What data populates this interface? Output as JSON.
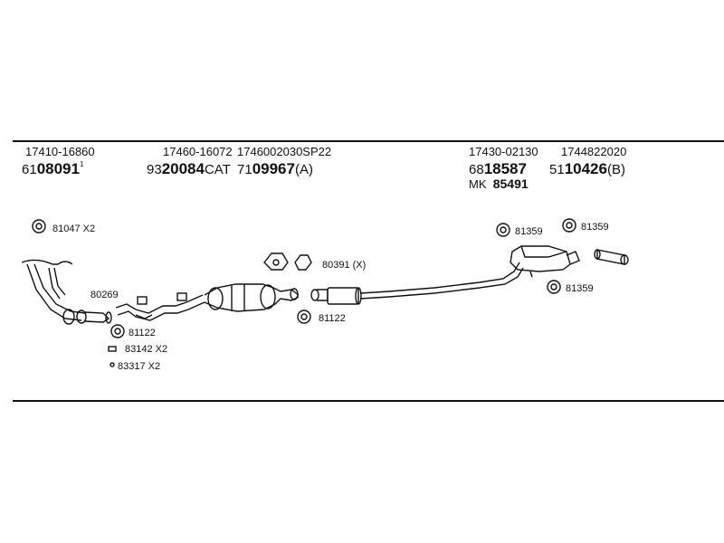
{
  "parts": [
    {
      "oe": "17410-16860",
      "prefix": "61",
      "main": "08091",
      "suffix": "1"
    },
    {
      "oe": "17460-16072",
      "prefix": "93",
      "main": "20084",
      "suffix": "CAT"
    },
    {
      "oe": "1746002030SP22",
      "prefix": "71",
      "main": "09967",
      "suffix": "(A)"
    },
    {
      "oe": "17430-02130",
      "prefix": "68",
      "main": "18587",
      "suffix": "",
      "extra_prefix": "MK",
      "extra": "85491"
    },
    {
      "oe": "1744822020",
      "prefix": "51",
      "main": "10426",
      "suffix": "(B)"
    }
  ],
  "callouts": {
    "c1": "81047 X2",
    "c2": "80269",
    "c3": "81122",
    "c4": "83142 X2",
    "c5": "83317 X2",
    "c6": "80391 (X)",
    "c7": "81122",
    "c8": "81359",
    "c9": "81359",
    "c10": "81359"
  }
}
